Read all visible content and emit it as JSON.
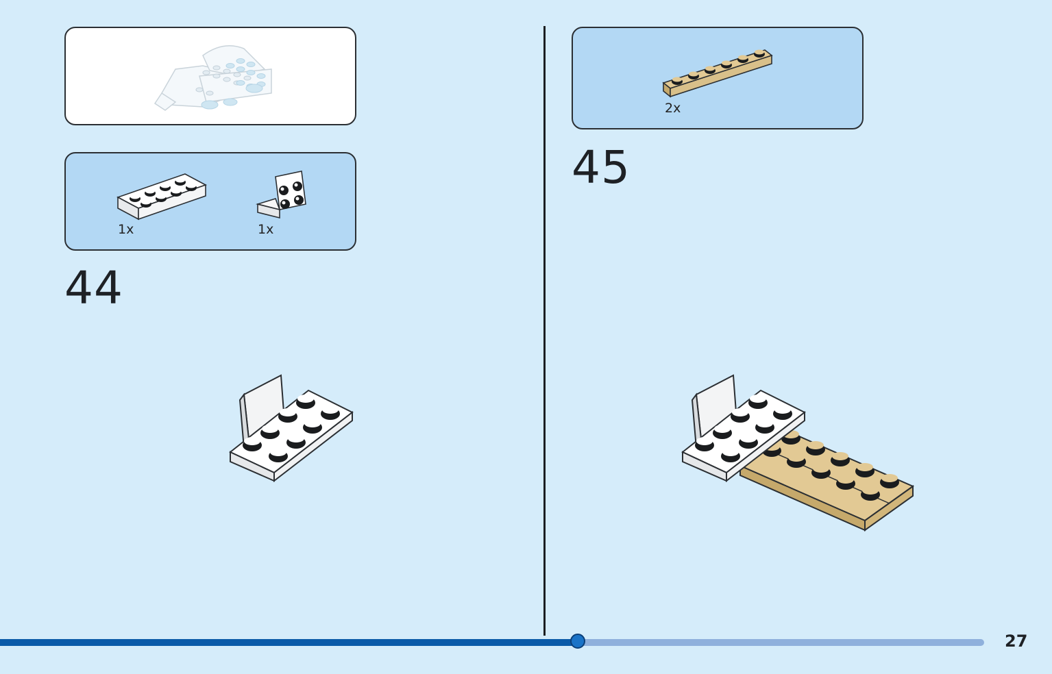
{
  "left_page": {
    "parts": [
      {
        "qty": "1x"
      },
      {
        "qty": "1x"
      }
    ],
    "step_number": "44"
  },
  "right_page": {
    "parts": [
      {
        "qty": "2x"
      }
    ],
    "step_number": "45"
  },
  "progress": {
    "fraction": 0.587,
    "played_color": "#0a5aa8",
    "remaining_color": "#8fb0dc"
  },
  "page_number": "27",
  "colors": {
    "background": "#d5ecfa",
    "parts_box": "#b3d8f4",
    "tan_brick": "#d9c08a"
  }
}
